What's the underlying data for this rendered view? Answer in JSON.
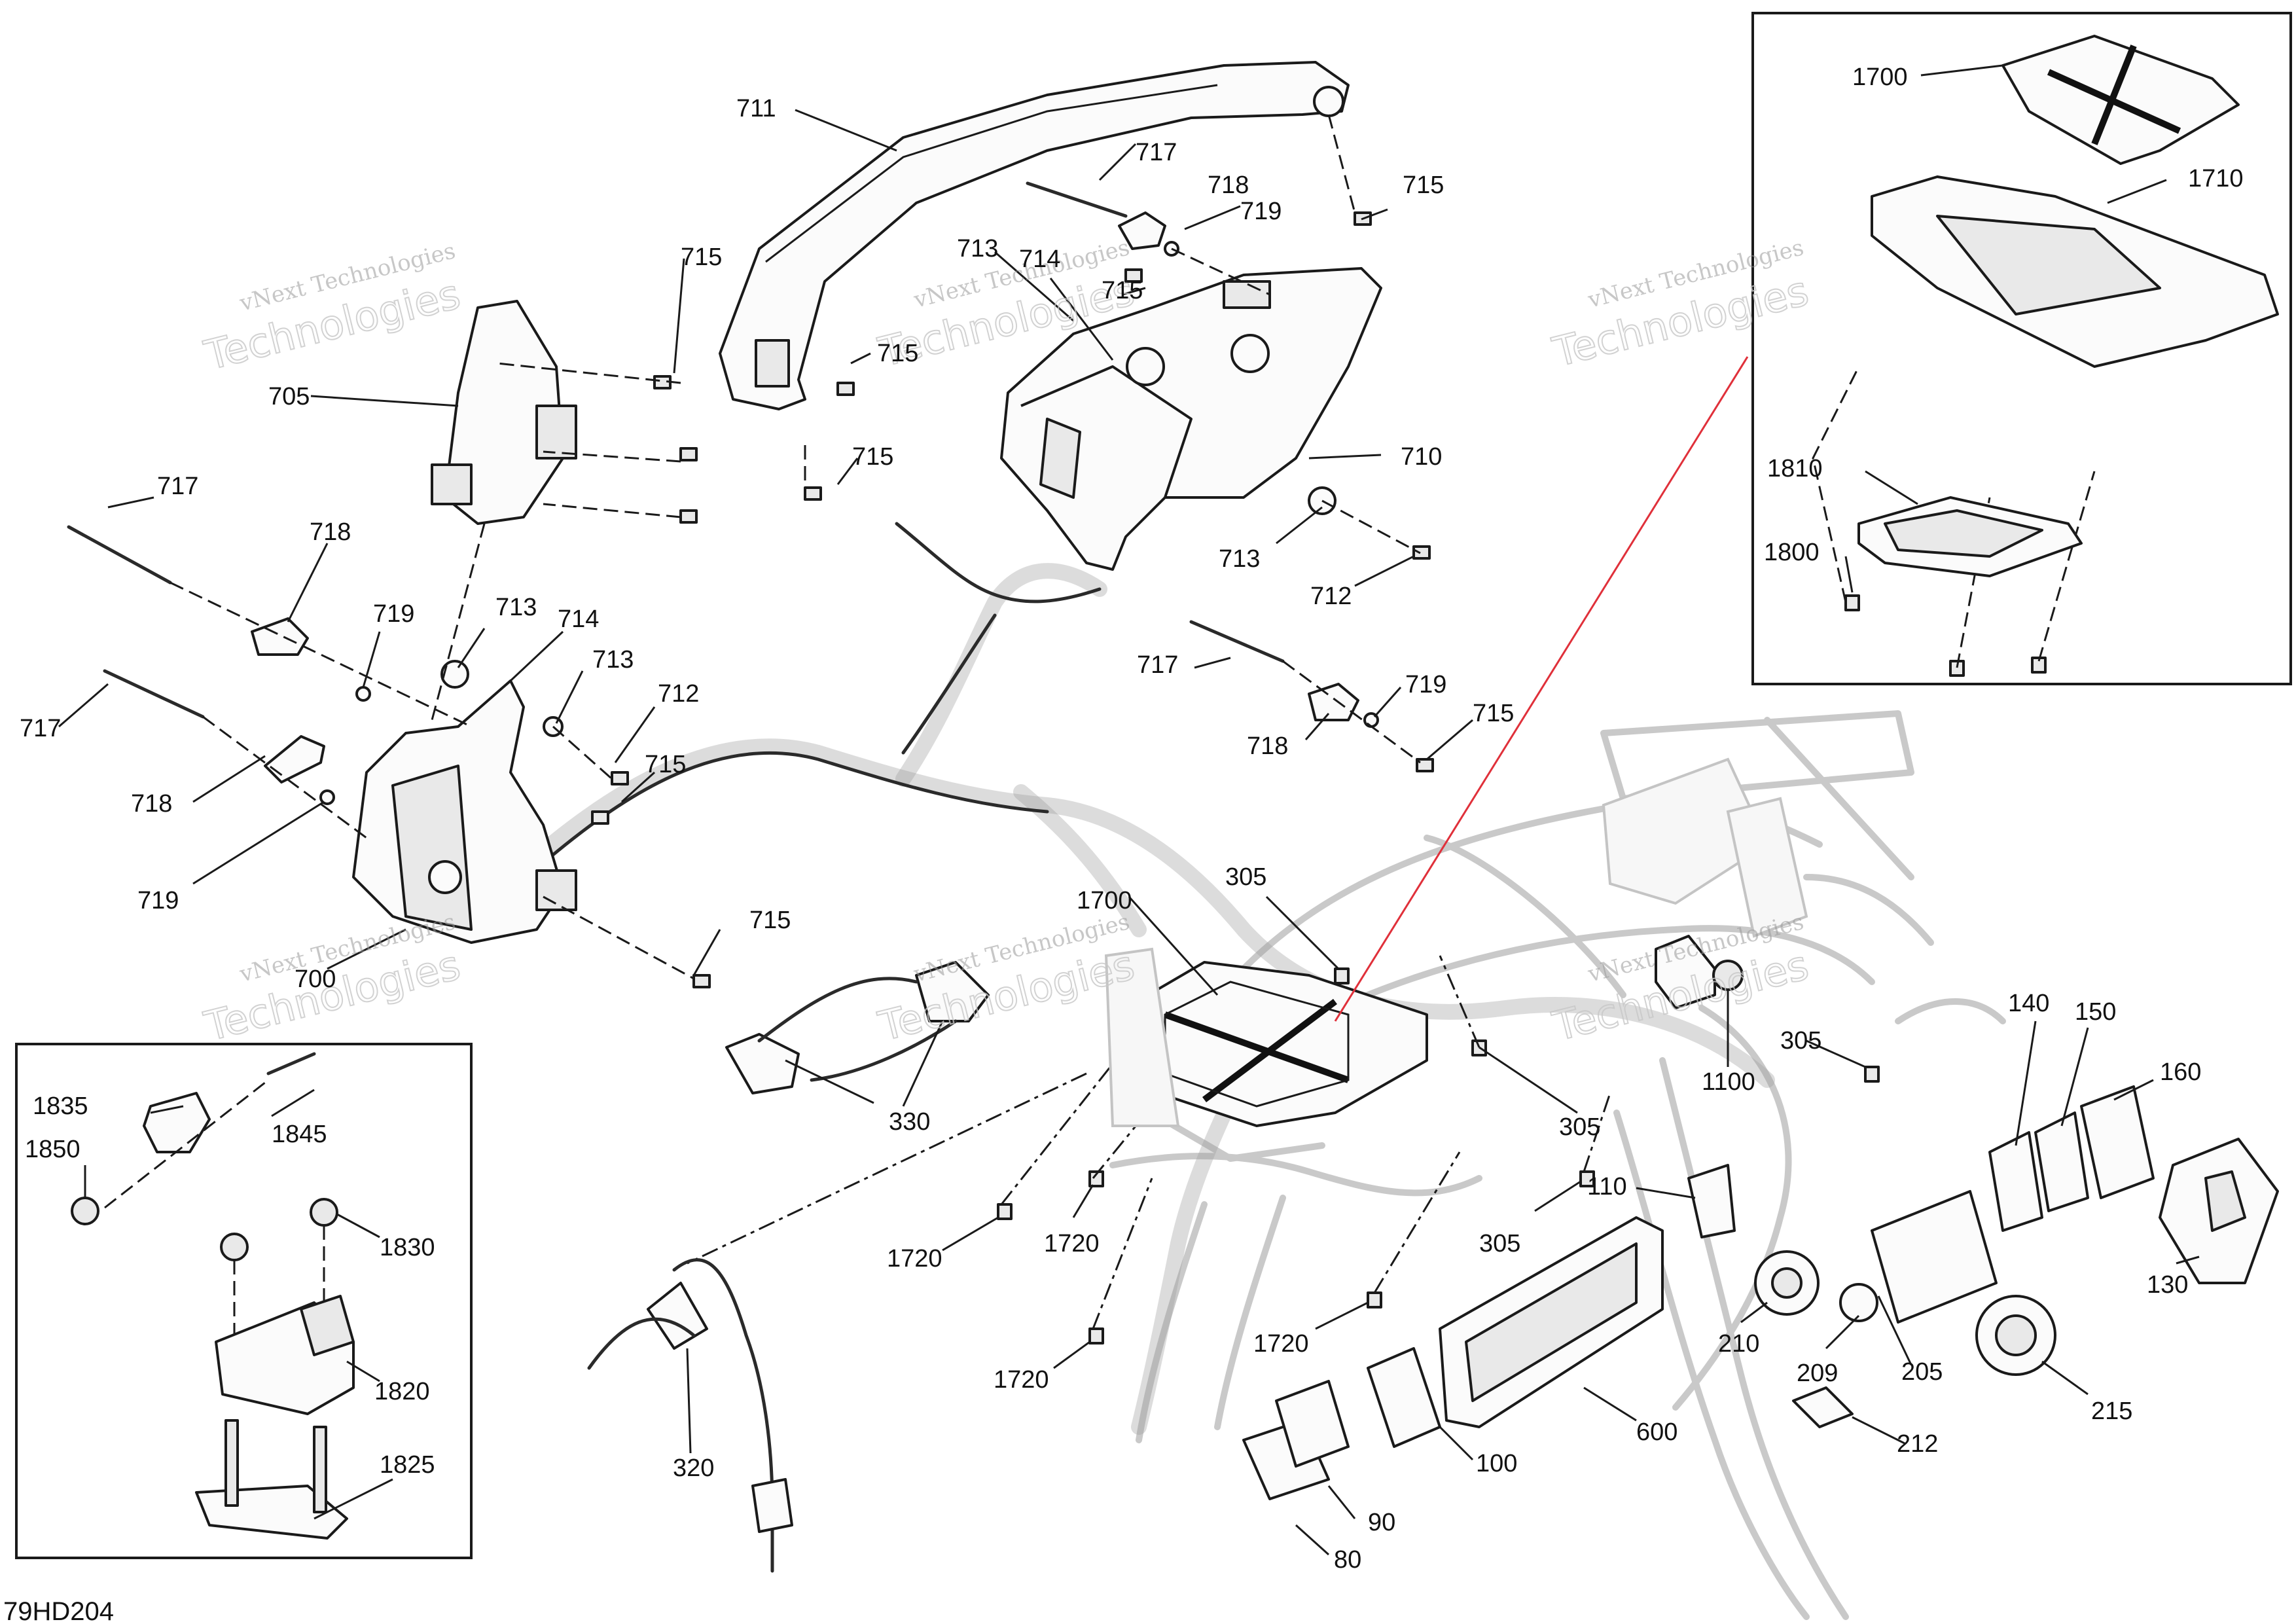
{
  "diagram_code": "79HD204",
  "watermark": {
    "line1": "vNext Technologies",
    "line2": "Technologies"
  },
  "labels": {
    "l711": "711",
    "l717a": "717",
    "l718a": "718",
    "l719a": "719",
    "l715a": "715",
    "l713a": "713",
    "l714a": "714",
    "l715b": "715",
    "l715c": "715",
    "l715d": "715",
    "l715e": "715",
    "l710": "710",
    "l713b": "713",
    "l712a": "712",
    "l717b": "717",
    "l719b": "719",
    "l715f": "715",
    "l718b": "718",
    "l705": "705",
    "l717c": "717",
    "l718c": "718",
    "l719c": "719",
    "l713c": "713",
    "l714b": "714",
    "l713d": "713",
    "l712b": "712",
    "l715g": "715",
    "l717d": "717",
    "l718d": "718",
    "l719d": "719",
    "l715h": "715",
    "l700": "700",
    "l1700a": "1700",
    "l1710": "1710",
    "l1810": "1810",
    "l1800": "1800",
    "l1700b": "1700",
    "l305a": "305",
    "l330": "330",
    "l1100": "1100",
    "l305b": "305",
    "l305c": "305",
    "l305d": "305",
    "l140": "140",
    "l150": "150",
    "l160": "160",
    "l110": "110",
    "l130": "130",
    "l1720a": "1720",
    "l1720b": "1720",
    "l1720c": "1720",
    "l1720d": "1720",
    "l210": "210",
    "l209": "209",
    "l205": "205",
    "l215": "215",
    "l212": "212",
    "l600": "600",
    "l100": "100",
    "l90": "90",
    "l80": "80",
    "l320": "320",
    "l1835": "1835",
    "l1845": "1845",
    "l1850": "1850",
    "l1830": "1830",
    "l1820": "1820",
    "l1825": "1825"
  }
}
